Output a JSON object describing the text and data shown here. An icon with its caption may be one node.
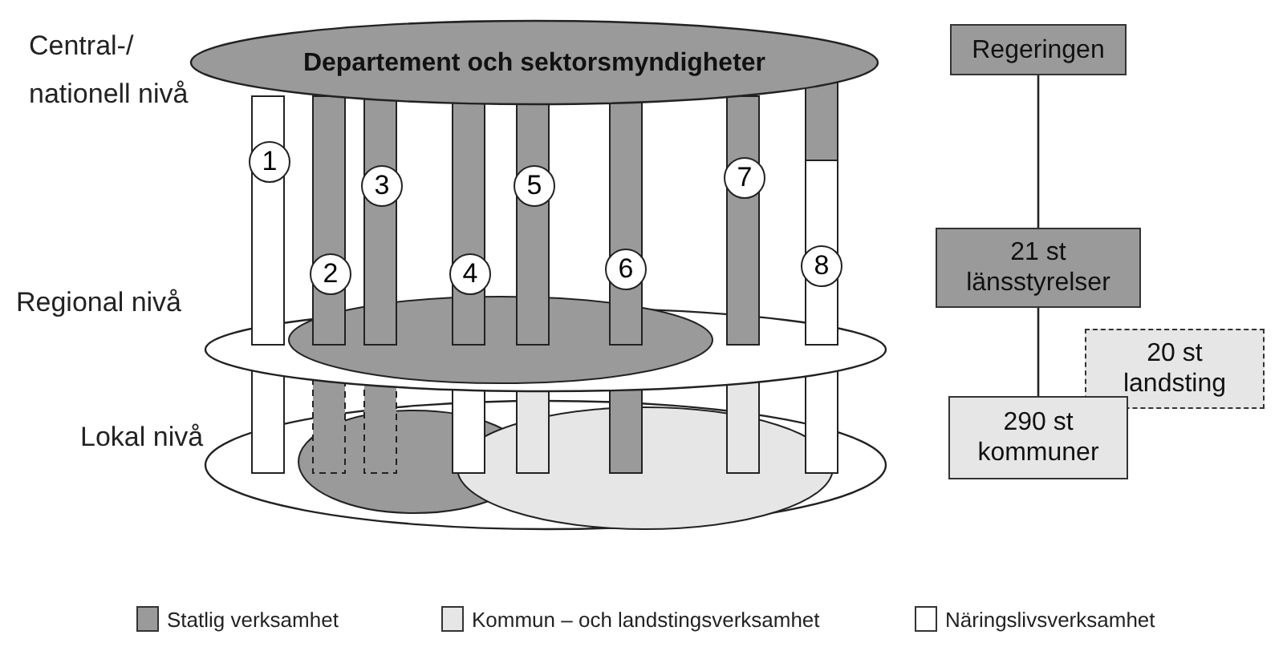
{
  "diagram": {
    "nodes": [
      {
        "text": [
          "Departement och sektorsmyndigheter"
        ]
      },
      {
        "text": [
          "Regeringen"
        ]
      },
      {
        "text": [
          "21 st länsstyrelser"
        ]
      },
      {
        "text": [
          "20 st landsting"
        ]
      },
      {
        "text": [
          "290 st kommuner"
        ]
      }
    ],
    "edges": [
      {
        "from": 1,
        "to": 2,
        "arrow": "none"
      },
      {
        "from": 2,
        "to": 4,
        "arrow": "none"
      }
    ],
    "labels": [
      "Central-/ nationell nivå",
      "1",
      "3",
      "5",
      "7",
      "2",
      "4",
      "6",
      "8",
      "Regional nivå",
      "Lokal nivå"
    ],
    "legend": [
      {
        "text": "Statlig verksamhet",
        "color": "#9a9a9a"
      },
      {
        "text": "Kommun – och landstingsverksamhet",
        "color": "#e6e6e6"
      },
      {
        "text": "Näringslivsverksamhet",
        "color": "#ffffff"
      }
    ]
  }
}
